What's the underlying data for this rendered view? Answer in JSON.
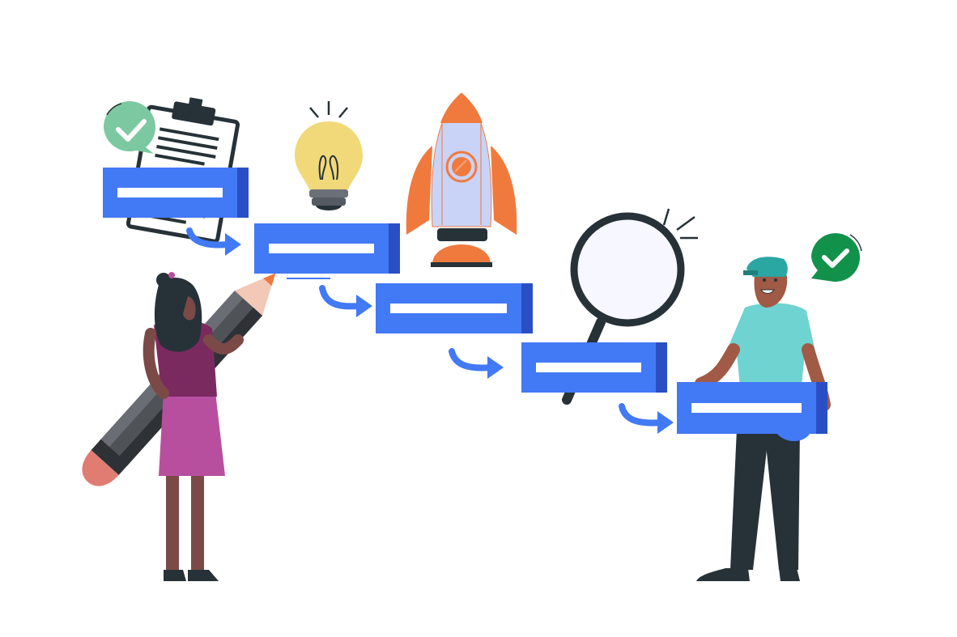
{
  "diagram": {
    "steps": [
      {
        "id": "step-1",
        "label": ""
      },
      {
        "id": "step-2",
        "label": ""
      },
      {
        "id": "step-3",
        "label": ""
      },
      {
        "id": "step-4",
        "label": ""
      },
      {
        "id": "step-5",
        "label": ""
      }
    ],
    "icons": [
      "clipboard-icon",
      "check-badge-icon",
      "lightbulb-icon",
      "rocket-icon",
      "magnifier-icon",
      "pencil-icon"
    ],
    "colors": {
      "step_fill": "#4279f5",
      "step_shade": "#2a4fc4",
      "step_bar": "#ffffff",
      "arrow": "#4279f5",
      "check_green_left": "#7cc9a1",
      "check_green_right": "#12914b",
      "rocket_orange": "#f07a3e",
      "rocket_body": "#c9d3f7",
      "bulb_yellow": "#f1d979",
      "outline_dark": "#263238",
      "woman_top": "#7b2a5f",
      "woman_skirt": "#b74f9e",
      "man_shirt": "#6fd3d1",
      "man_cap": "#2aa6a3"
    }
  }
}
